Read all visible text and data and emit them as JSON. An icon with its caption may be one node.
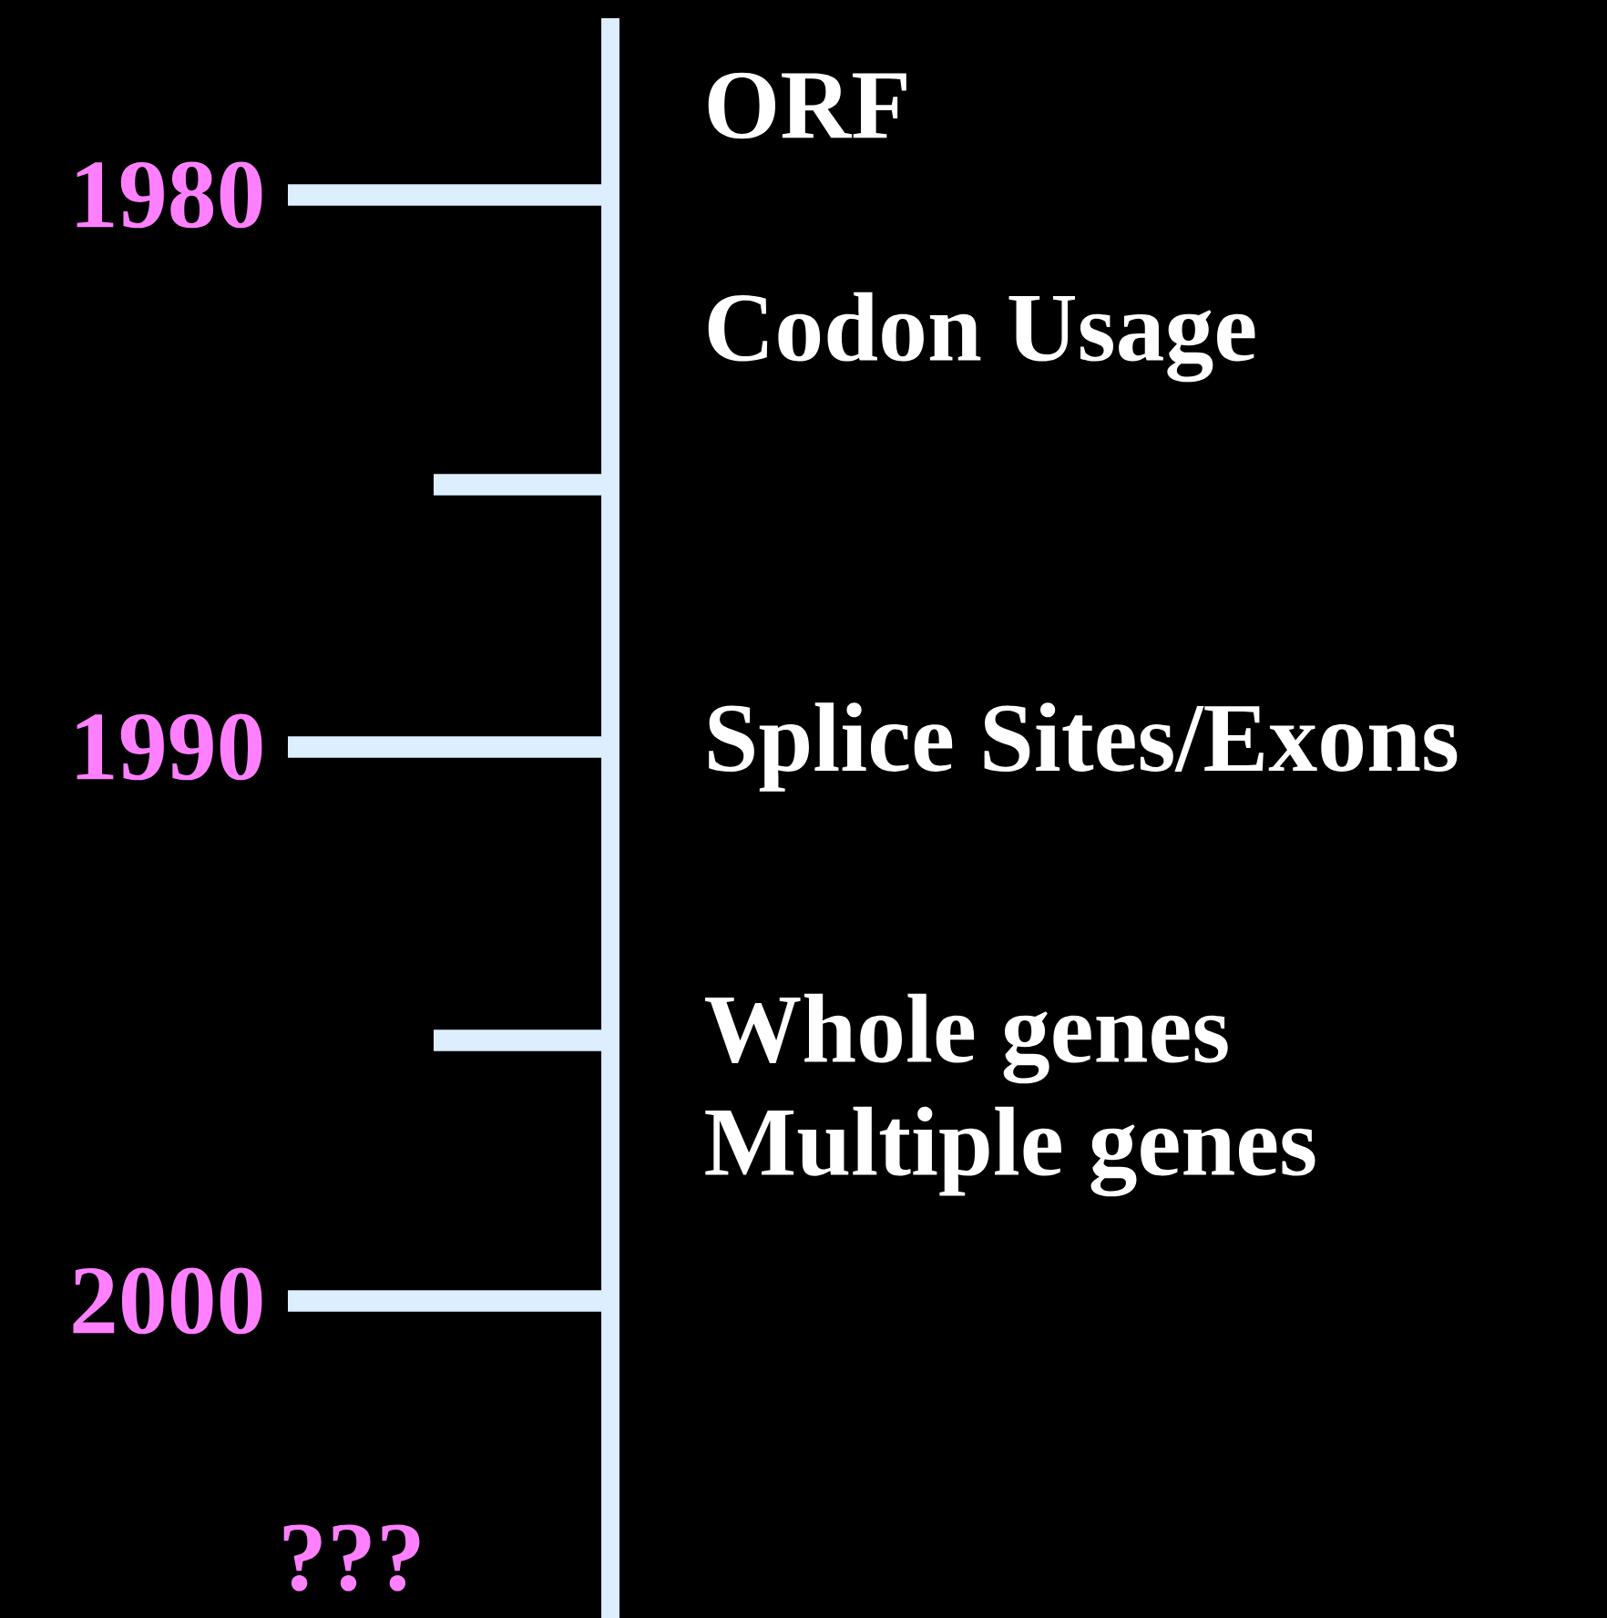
{
  "diagram": {
    "labels": [
      "ORF",
      "1980",
      "Codon Usage",
      "1990",
      "Splice Sites/Exons",
      "Whole genes",
      "Multiple genes",
      "2000",
      "???"
    ]
  }
}
